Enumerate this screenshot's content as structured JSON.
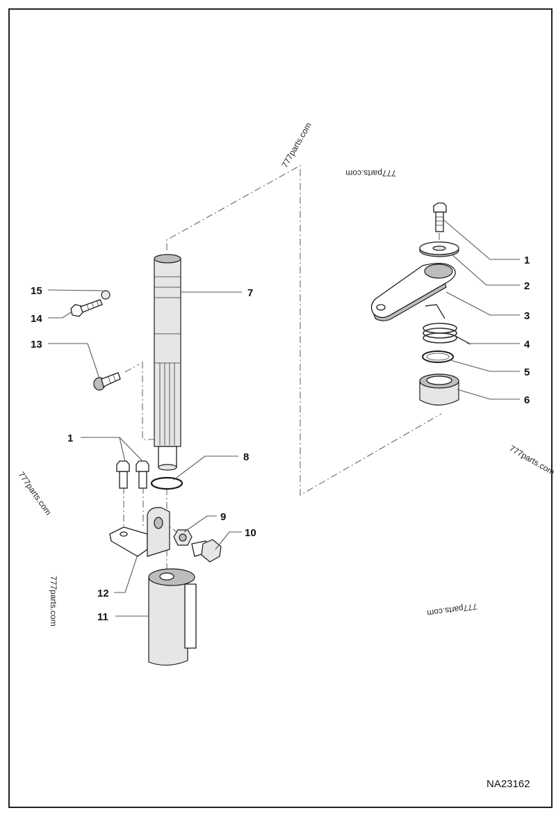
{
  "diagram_code": "NA23162",
  "watermarks": [
    "777parts.com",
    "777parts.com",
    "777parts.com",
    "777parts.com",
    "777parts.com",
    "777parts.com"
  ],
  "callouts": {
    "c1_right": "1",
    "c2": "2",
    "c3": "3",
    "c4": "4",
    "c5": "5",
    "c6": "6",
    "c7": "7",
    "c8": "8",
    "c9": "9",
    "c10": "10",
    "c11": "11",
    "c12": "12",
    "c13": "13",
    "c14": "14",
    "c15": "15",
    "c1_left": "1"
  }
}
